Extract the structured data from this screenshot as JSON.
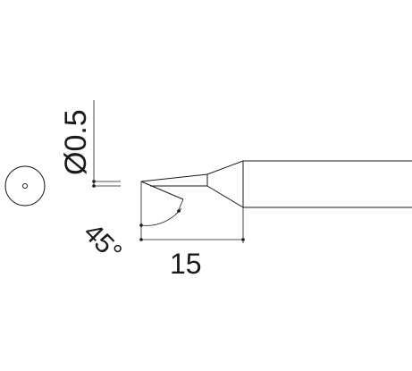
{
  "drawing": {
    "diameter_label": "Ø0.5",
    "angle_label": "45°",
    "length_label": "15"
  }
}
